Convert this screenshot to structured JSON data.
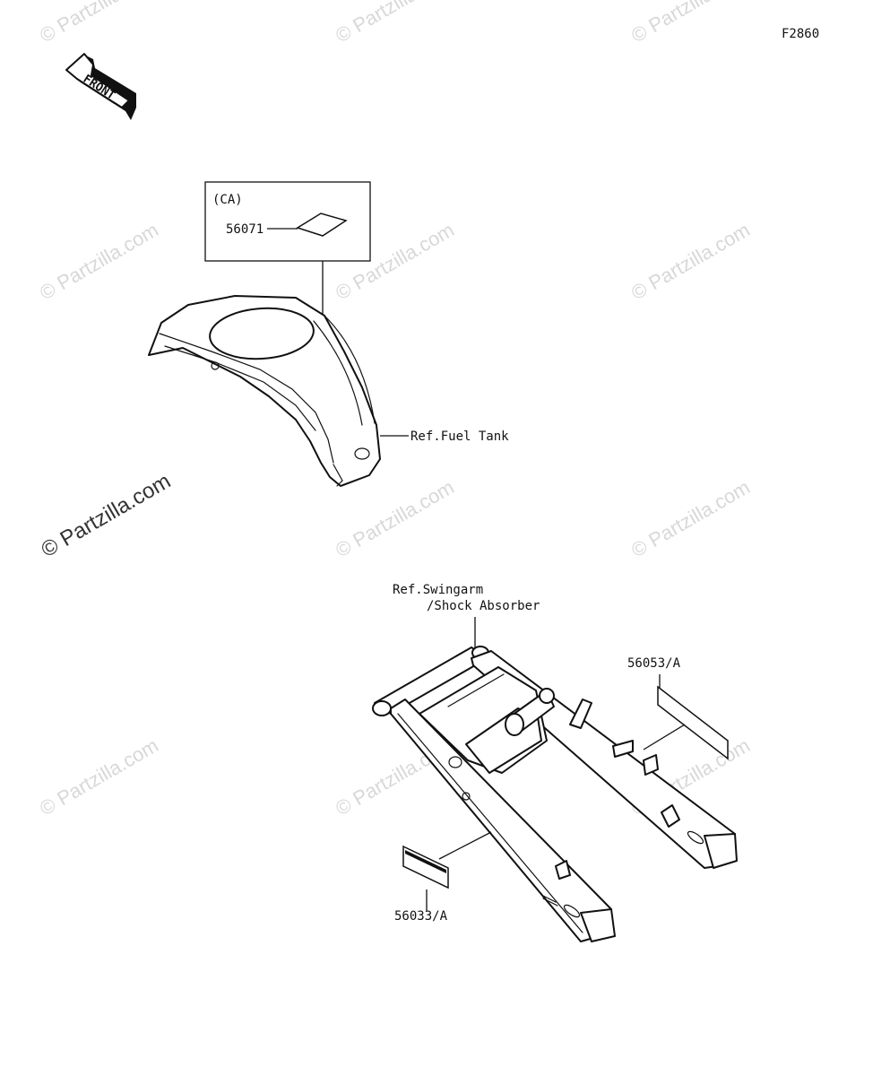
{
  "diagram": {
    "figure_code": "F2860",
    "front_arrow_label": "FRONT",
    "watermark": "© Partzilla.com",
    "parts": {
      "tank_cover_label": {
        "region": "(CA)",
        "part_number": "56071"
      },
      "ref_fuel_tank": "Ref.Fuel Tank",
      "ref_swingarm_line1": "Ref.Swingarm",
      "ref_swingarm_line2": "/Shock Absorber",
      "label_right": "56053/A",
      "label_left": "56033/A"
    }
  }
}
